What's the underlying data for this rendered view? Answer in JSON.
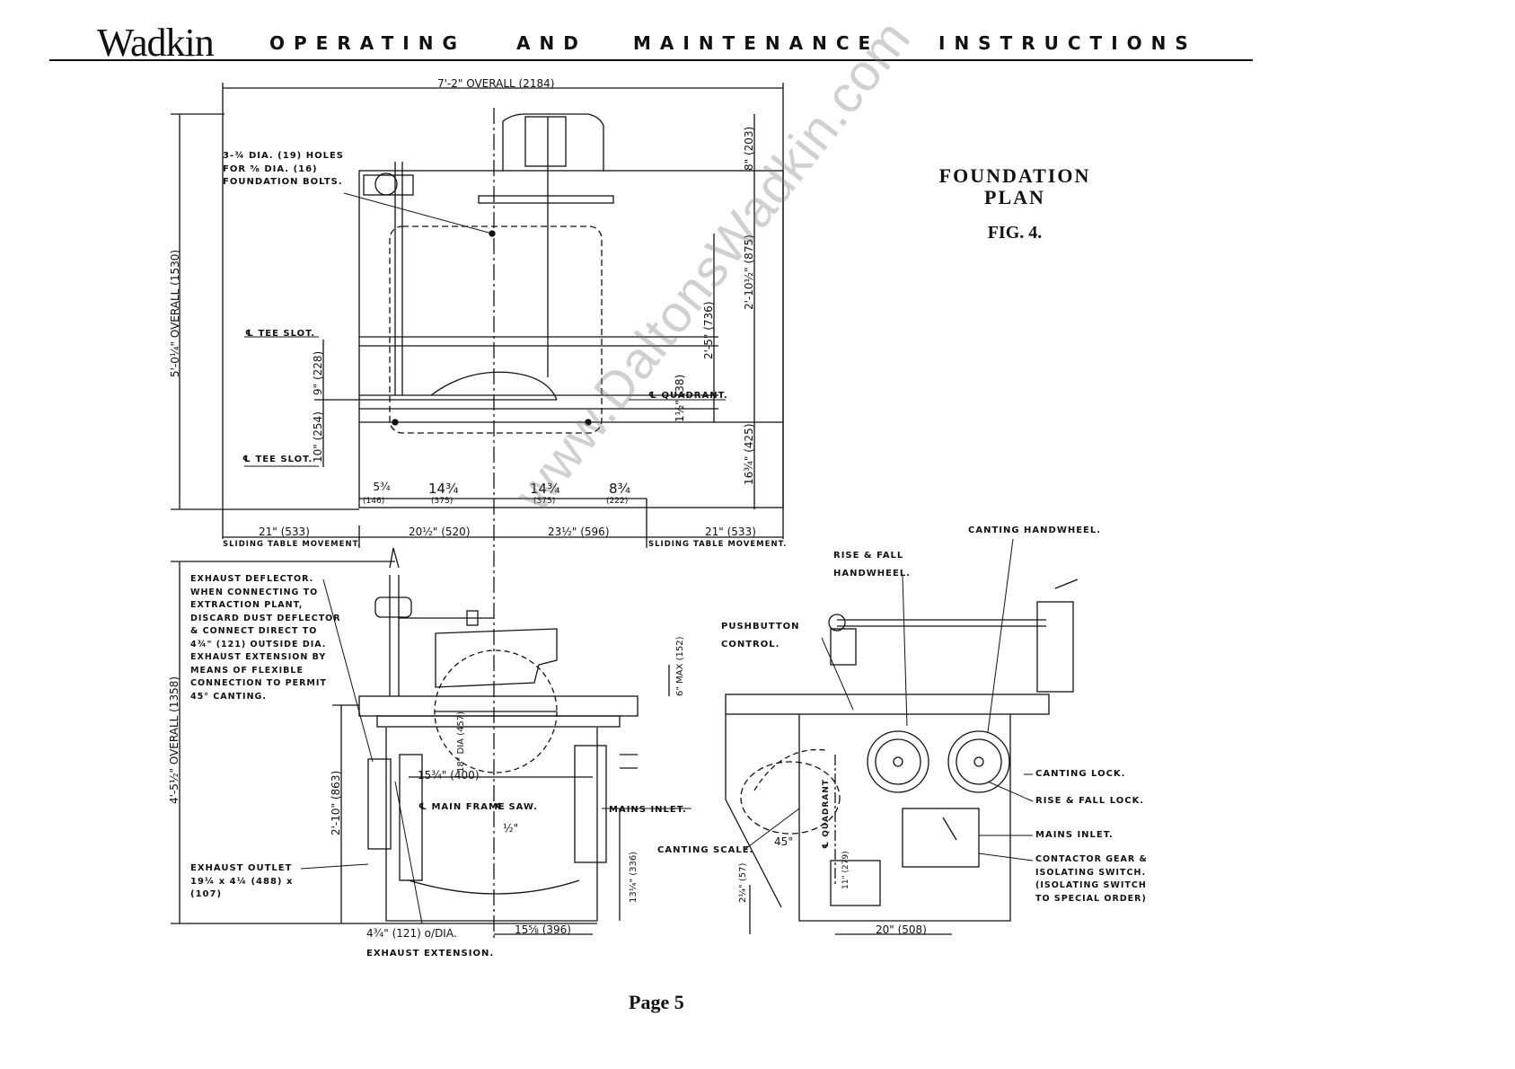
{
  "header": {
    "brand": "Wadkin",
    "words": [
      "OPERATING",
      "AND",
      "MAINTENANCE",
      "INSTRUCTIONS"
    ]
  },
  "figure": {
    "title_line1": "FOUNDATION",
    "title_line2": "PLAN",
    "number": "FIG. 4."
  },
  "plan_view": {
    "overall_width": "7'-2\" OVERALL (2184)",
    "overall_depth": "5'-0¼\" OVERALL (1530)",
    "holes_note": "3-¾ DIA. (19) HOLES FOR ⅝ DIA. (16) FOUNDATION BOLTS.",
    "tee_slot_upper": "℄ TEE SLOT.",
    "tee_slot_lower": "℄ TEE SLOT.",
    "quadrant": "℄ QUADRANT.",
    "dim_9": "9\" (228)",
    "dim_10": "10\" (254)",
    "dim_8": "8\" (203)",
    "dim_2_10_half": "2'-10½\" (875)",
    "dim_2_5": "2'-5\" (736)",
    "dim_1_half": "1½\" (38)",
    "dim_16_3_4": "16¾\" (425)",
    "bottom_dims": [
      {
        "val": "5¾",
        "mm": "(146)"
      },
      {
        "val": "14¾",
        "mm": "(375)"
      },
      {
        "val": "14¾",
        "mm": "(375)"
      },
      {
        "val": "8¾",
        "mm": "(222)"
      }
    ],
    "movement_dims": [
      {
        "val": "21\" (533)",
        "note": "SLIDING TABLE MOVEMENT."
      },
      {
        "val": "20½\" (520)",
        "note": ""
      },
      {
        "val": "23½\" (596)",
        "note": ""
      },
      {
        "val": "21\" (533)",
        "note": "SLIDING TABLE MOVEMENT."
      }
    ]
  },
  "front_view": {
    "deflector_note": "EXHAUST DEFLECTOR. WHEN CONNECTING TO EXTRACTION PLANT, DISCARD DUST DEFLECTOR & CONNECT DIRECT TO 4¾\" (121) OUTSIDE DIA. EXHAUST EXTENSION BY MEANS OF FLEXIBLE CONNECTION TO PERMIT 45° CANTING.",
    "overall_height": "4'-5½\" OVERALL (1358)",
    "dim_2_10": "2'-10\" (863)",
    "dim_15_3_4": "15¾\" (400)",
    "main_frame": "℄ MAIN FRAME",
    "saw": "℄ SAW.",
    "dim_half": "½\"",
    "saw_dia": "18\" DIA (457)",
    "dim_6_max": "6\" MAX (152)",
    "mains_inlet": "MAINS INLET.",
    "dim_13_1_4": "13¼\" (336)",
    "exhaust_outlet": "EXHAUST OUTLET 19¼ x 4¼ (488) x (107)",
    "exhaust_ext_size": "4¾\" (121) o/DIA.",
    "exhaust_ext_label": "EXHAUST EXTENSION.",
    "dim_15_5_8": "15⅝ (396)"
  },
  "side_view": {
    "canting_handwheel": "CANTING HANDWHEEL.",
    "rise_fall_line1": "RISE & FALL",
    "rise_fall_line2": "HANDWHEEL.",
    "pushbutton_line1": "PUSHBUTTON",
    "pushbutton_line2": "CONTROL.",
    "canting_lock": "CANTING LOCK.",
    "rise_fall_lock": "RISE & FALL LOCK.",
    "mains_inlet": "MAINS INLET.",
    "contactor_note": "CONTACTOR GEAR & ISOLATING SWITCH. (ISOLATING SWITCH TO SPECIAL ORDER)",
    "canting_scale": "CANTING SCALE.",
    "angle_45": "45°",
    "quadrant": "℄ QUADRANT",
    "dim_20": "20\" (508)",
    "dim_2_1_4": "2¼\" (57)",
    "dim_11": "11\" (279)"
  },
  "watermark": "www.DaltonsWadkin.com",
  "footer": {
    "page": "Page 5"
  }
}
